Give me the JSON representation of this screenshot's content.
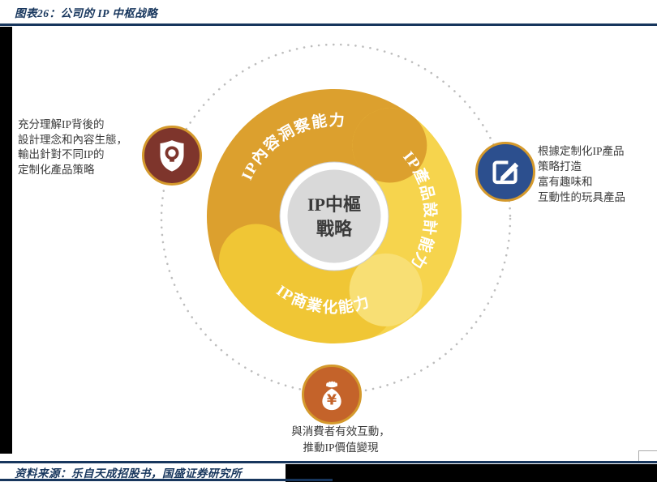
{
  "figure": {
    "title": "图表26：公司的 IP 中枢战略",
    "source": "资料来源：乐自天成招股书，国盛证券研究所"
  },
  "diagram": {
    "center_line1": "IP中樞",
    "center_line2": "戰略",
    "segments": [
      {
        "label": "IP內容洞察能力",
        "color": "#DCA02E"
      },
      {
        "label": "IP產品設計能力",
        "color": "#F6D44D"
      },
      {
        "label": "IP商業化能力",
        "color": "#F0C635"
      }
    ],
    "icons": {
      "insight": {
        "name": "shield-lightbulb",
        "bg": "#7E352C"
      },
      "design": {
        "name": "pencil-square",
        "bg": "#2C4F8E"
      },
      "monetize": {
        "name": "money-bag",
        "bg": "#C4632A",
        "symbol": "¥"
      }
    },
    "notes": {
      "left": [
        "充分理解IP背後的",
        "設計理念和內容生態，",
        "輸出針對不同IP的",
        "定制化產品策略"
      ],
      "right": [
        "根據定制化IP產品",
        "策略打造",
        "富有趣味和",
        "互動性的玩具產品"
      ],
      "bottom": [
        "與消費者有效互動，",
        "推動IP價值變現"
      ]
    }
  },
  "colors": {
    "accent_navy": "#17365D",
    "segment_end_blob": "#F8DF74",
    "icon_ring_gold": "#D4992C",
    "hub_fill": "#D9D9D9",
    "dotted_orbit": "#BDBDBD"
  }
}
